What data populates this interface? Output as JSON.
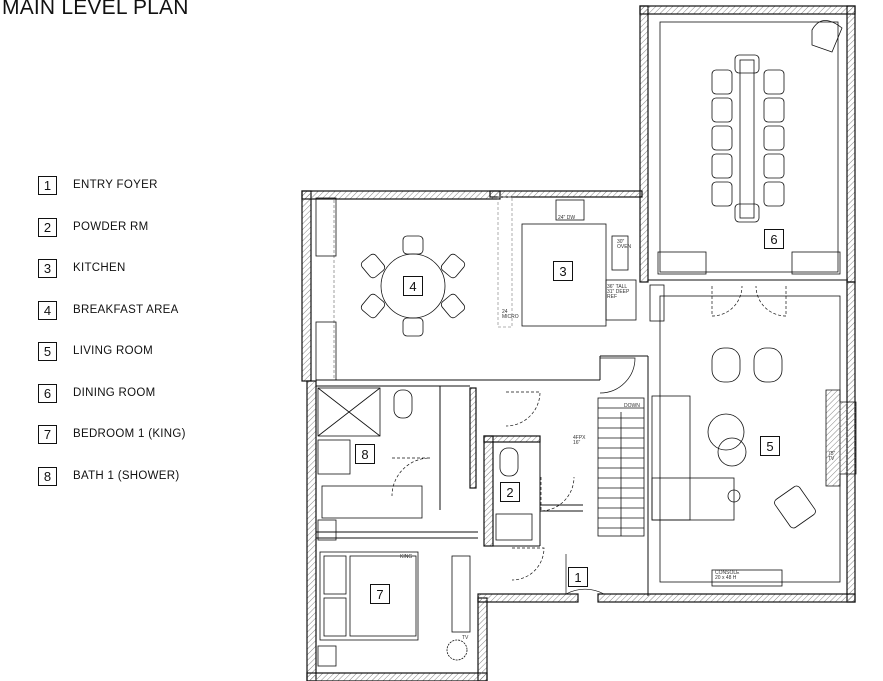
{
  "title": "MAIN LEVEL PLAN",
  "legend": [
    {
      "num": "1",
      "label": "ENTRY FOYER"
    },
    {
      "num": "2",
      "label": "POWDER RM"
    },
    {
      "num": "3",
      "label": "KITCHEN"
    },
    {
      "num": "4",
      "label": "BREAKFAST AREA"
    },
    {
      "num": "5",
      "label": "LIVING ROOM"
    },
    {
      "num": "6",
      "label": "DINING ROOM"
    },
    {
      "num": "7",
      "label": "BEDROOM 1 (KING)"
    },
    {
      "num": "8",
      "label": "BATH 1 (SHOWER)"
    }
  ],
  "notes": {
    "dw": "24\" DW",
    "oven": "30\" OVEN",
    "micro": "24 MICRO",
    "ref": "36\" TALL 31\" DEEP REF",
    "fpx": "4FPX 16\"",
    "down": "DOWN",
    "tv_living": "75\" TV",
    "tv_bed": "TV",
    "king": "KING",
    "console": "CONSOLE 20 x 48 H"
  },
  "colors": {
    "line": "#111111",
    "furniture": "#555555",
    "hatch": "#777777"
  }
}
